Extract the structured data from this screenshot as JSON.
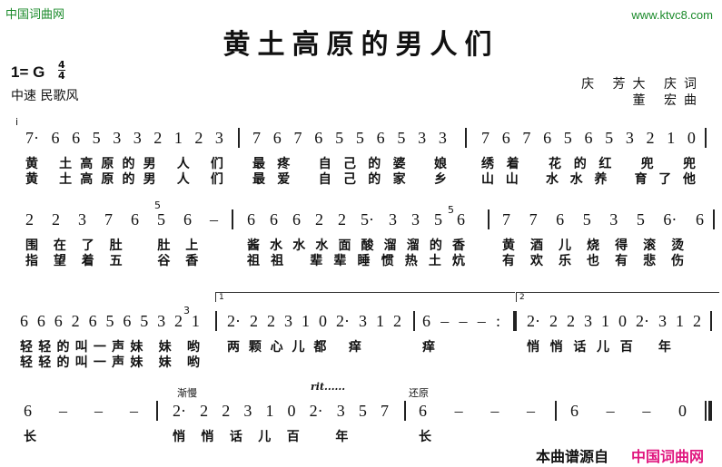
{
  "header": {
    "site_name": "中国词曲网",
    "site_url": "www.ktvc8.com",
    "title": "黄土高原的男人们",
    "key": "1= G",
    "time_top": "4",
    "time_bottom": "4",
    "tempo": "中速 民歌风",
    "lyricist": "庆 芳大 庆词",
    "composer": "董 宏曲"
  },
  "rows": [
    {
      "measures": [
        {
          "notes": "7· 6 6 5 3 3 2 1 2 3",
          "v1": "黄 土高原的男 人 们",
          "v2": "黄 土高原的男 人 们"
        },
        {
          "notes": "7 6 7 6 5 5 6 5 3 3",
          "v1": "最疼 自己的婆 娘",
          "v2": "最爱 自己的家 乡"
        },
        {
          "notes": "7 6 7 6 5 6 5 3 2 1 0",
          "v1": "绣着 花的红 兜 兜",
          "v2": "山山 水水养 育了他"
        }
      ]
    },
    {
      "measures": [
        {
          "notes": "2 2 3 7 6 5 6 –",
          "v1": "围在了肚 肚上 ",
          "v2": "指望着五 谷香 "
        },
        {
          "notes": "6 6 6 2 2 5· 3 3 5 6",
          "v1": "酱水水水面酸溜溜的香",
          "v2": "祖祖 辈辈睡惯热土炕"
        },
        {
          "notes": "7 7 6 5 3 5 6· 6",
          "v1": "黄酒儿烧得滚烫 ",
          "v2": "有欢乐也有悲伤 "
        }
      ]
    },
    {
      "measures": [
        {
          "notes": "6 6 6 2 6 5 6 5 3 2 1",
          "v1": "轻轻的叫一声妹 妹 哟",
          "v2": "轻轻的叫一声妹 妹 哟"
        },
        {
          "notes": "2· 2 2 3 1 0 2· 3 1 2",
          "v1": "两颗心儿都 痒   ",
          "v2": ""
        },
        {
          "notes": "6 – – – :",
          "v1": "痒   ",
          "v2": ""
        },
        {
          "notes": "2· 2 2 3 1 0 2· 3 1 2",
          "v1": "悄悄话儿百 年  ",
          "v2": ""
        }
      ]
    },
    {
      "measures": [
        {
          "notes": "6 – – –",
          "v1": "长   ",
          "v2": ""
        },
        {
          "notes": "2· 2 2 3 1 0 2· 3 5 7",
          "v1": "悄悄话儿百 年  ",
          "v2": ""
        },
        {
          "notes": "6 – – –",
          "v1": "长   ",
          "v2": ""
        },
        {
          "notes": "6 – – 0",
          "v1": "",
          "v2": ""
        }
      ]
    }
  ],
  "annotations": {
    "grace1": "i",
    "grace2": "5",
    "grace3": "5",
    "grace4": "3",
    "volta1": "1",
    "volta2": "2",
    "slow": "渐慢",
    "rit": "rit......",
    "restore": "还原"
  },
  "footer": {
    "source_label": "本曲谱源自",
    "source_site": "中国词曲网",
    "source_color": "#e0177f"
  }
}
